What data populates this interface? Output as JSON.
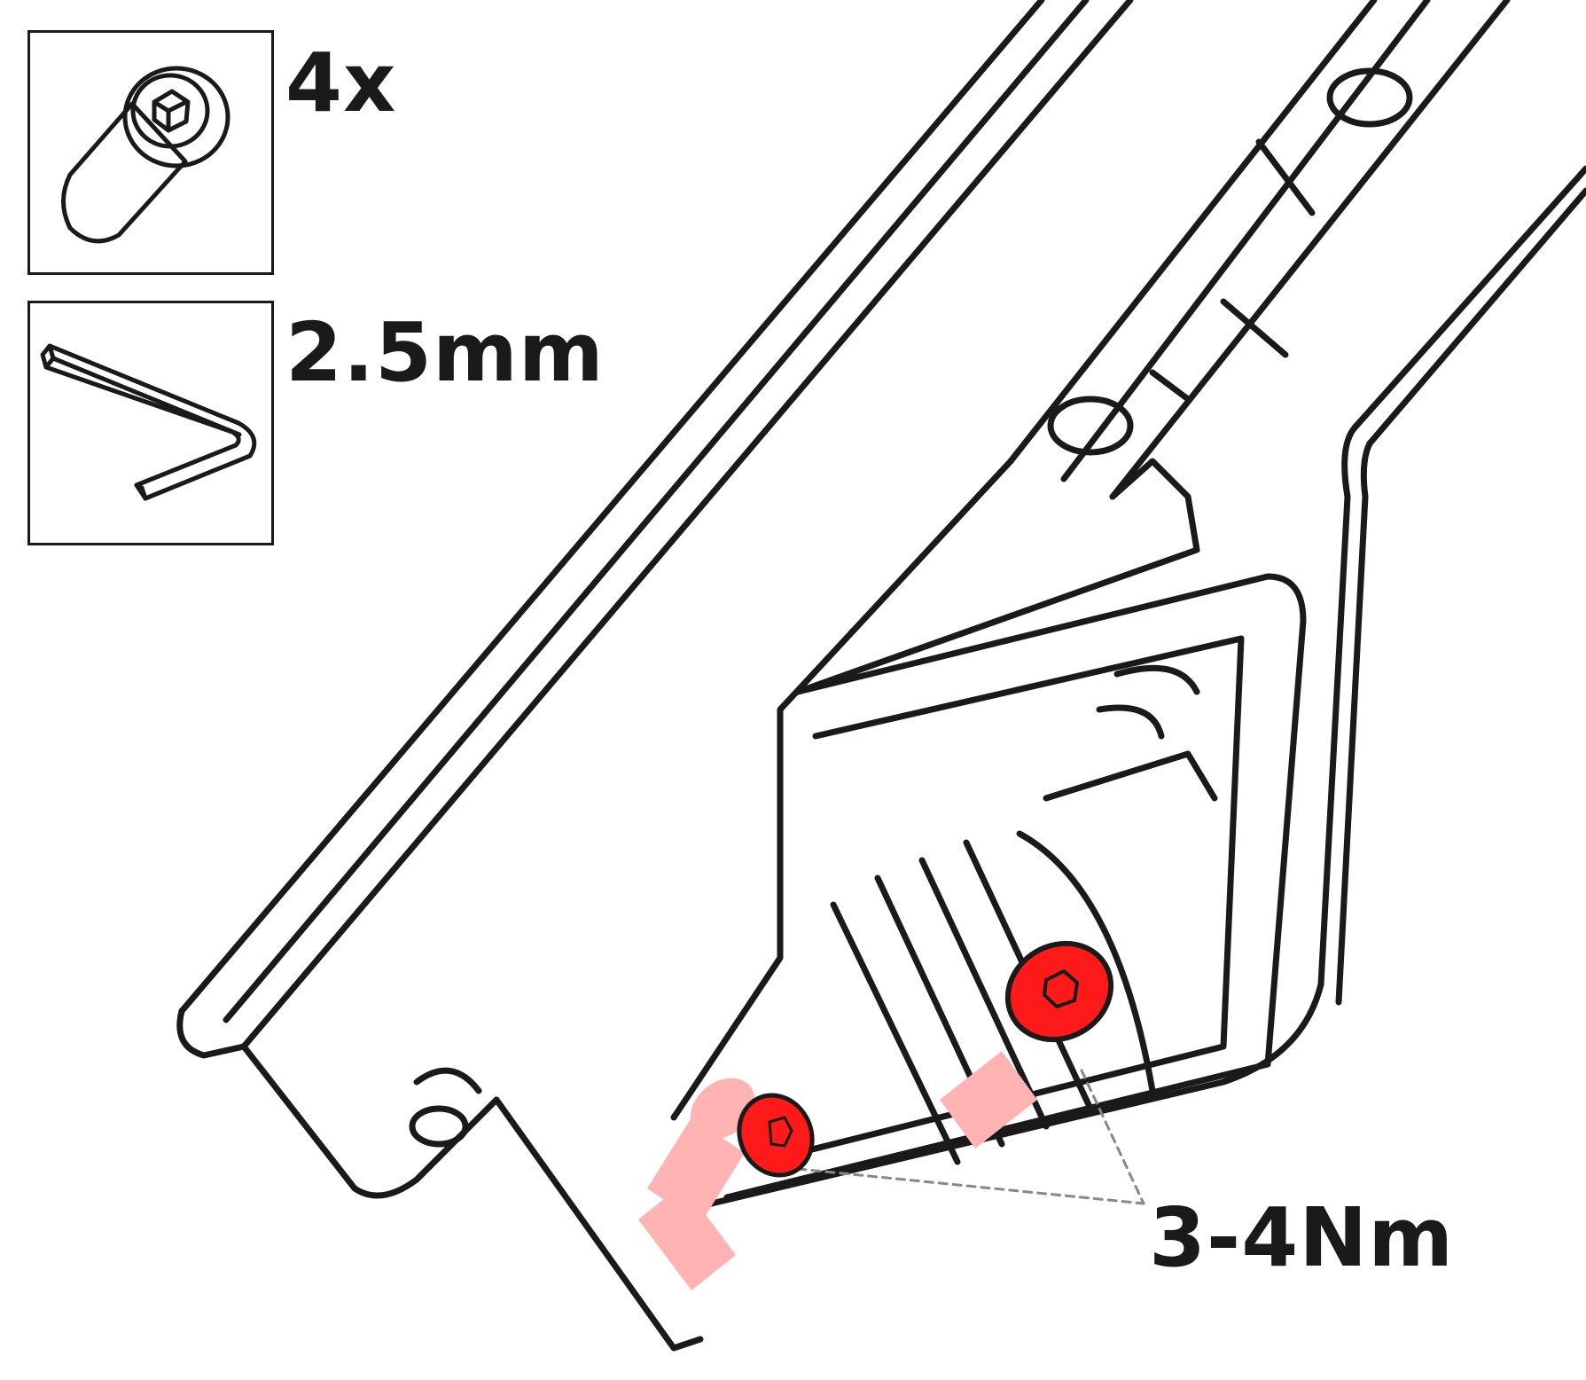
{
  "toolbox": {
    "bolt_quantity": "4x",
    "hex_key_size": "2.5mm"
  },
  "torque": {
    "value": "3-4Nm"
  },
  "colors": {
    "line": "#1a1a1a",
    "highlight_bolt": "#ff1a1a",
    "ghost_bolt": "#ffb3b3",
    "leader": "#888888"
  },
  "icons": [
    "bolt-icon",
    "hex-key-icon"
  ]
}
